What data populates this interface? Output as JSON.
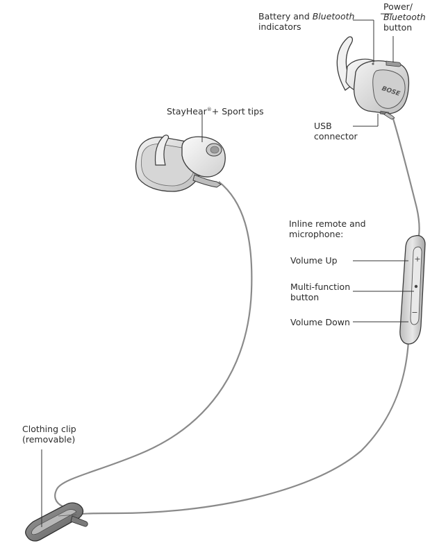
{
  "labels": {
    "battery_bluetooth": {
      "line1_prefix": "Battery and ",
      "line1_italic": "Bluetooth",
      "line2": "indicators"
    },
    "power_button": {
      "line1": "Power/",
      "line2_italic": "Bluetooth",
      "line3": "button"
    },
    "stayhear_tips": {
      "text_main": "StayHear",
      "text_reg": "®",
      "text_suffix": "+ Sport tips"
    },
    "usb_connector": {
      "line1": "USB",
      "line2": "connector"
    },
    "inline_remote": {
      "line1": "Inline remote and",
      "line2": "microphone:"
    },
    "volume_up": "Volume Up",
    "multi_function": {
      "line1": "Multi-function",
      "line2": "button"
    },
    "volume_down": "Volume Down",
    "clothing_clip": {
      "line1": "Clothing clip",
      "line2": "(removable)"
    }
  },
  "logo_text": "BOSE",
  "remote_symbols": {
    "plus": "+",
    "minus": "−"
  },
  "colors": {
    "outline": "#3a3a3a",
    "body_light": "#e6e6e6",
    "body_mid": "#c9c9c9",
    "body_dark": "#9a9a9a",
    "cable": "#8a8a8a"
  }
}
